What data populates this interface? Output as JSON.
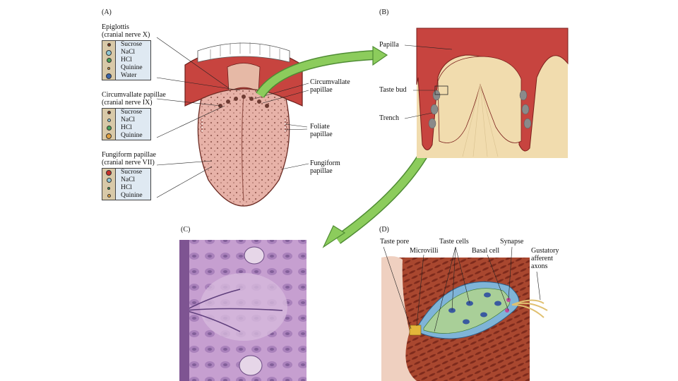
{
  "panels": {
    "a": "(A)",
    "b": "(B)",
    "c": "(C)",
    "d": "(D)"
  },
  "panel_a": {
    "epiglottis_title": "Epiglottis",
    "epiglottis_nerve": "(cranial nerve X)",
    "circumvallate_title": "Circumvallate papillae",
    "circumvallate_nerve": "(cranial nerve IX)",
    "fungiform_title": "Fungiform papillae",
    "fungiform_nerve": "(cranial nerve VII)",
    "legend_epiglottis": [
      {
        "label": "Sucrose",
        "color": "#7a3a1e",
        "size": 5
      },
      {
        "label": "NaCl",
        "color": "#8fc7d4",
        "size": 8
      },
      {
        "label": "HCl",
        "color": "#4aa35a",
        "size": 7
      },
      {
        "label": "Quinine",
        "color": "#e0a040",
        "size": 4
      },
      {
        "label": "Water",
        "color": "#3a64a8",
        "size": 8
      }
    ],
    "legend_circumvallate": [
      {
        "label": "Sucrose",
        "color": "#7a3a1e",
        "size": 5
      },
      {
        "label": "NaCl",
        "color": "#8fc7d4",
        "size": 5
      },
      {
        "label": "HCl",
        "color": "#4aa35a",
        "size": 7
      },
      {
        "label": "Quinine",
        "color": "#e0a040",
        "size": 8
      }
    ],
    "legend_fungiform": [
      {
        "label": "Sucrose",
        "color": "#c8302a",
        "size": 8
      },
      {
        "label": "NaCl",
        "color": "#8fc7d4",
        "size": 7
      },
      {
        "label": "HCl",
        "color": "#4aa35a",
        "size": 4
      },
      {
        "label": "Quinine",
        "color": "#e0a040",
        "size": 5
      }
    ],
    "right_circumvallate": "Circumvallate",
    "right_circumvallate_2": "papillae",
    "right_foliate": "Foliate",
    "right_foliate_2": "papillae",
    "right_fungiform": "Fungiform",
    "right_fungiform_2": "papillae"
  },
  "panel_b": {
    "papilla": "Papilla",
    "taste_bud": "Taste bud",
    "trench": "Trench"
  },
  "panel_d": {
    "taste_pore": "Taste pore",
    "microvilli": "Microvilli",
    "taste_cells": "Taste cells",
    "basal_cell": "Basal cell",
    "synapse": "Synapse",
    "gustatory": "Gustatory",
    "afferent": "afferent",
    "axons": "axons"
  },
  "colors": {
    "arrow": "#7ab648",
    "tongue": "#e7b2a8",
    "mouth": "#c7443f",
    "tissue_b": "#f1dcae",
    "histology": "#b98fc4",
    "muscle": "#a2452f",
    "bud_green": "#a9cf98",
    "bud_blue": "#7fb4d8"
  }
}
